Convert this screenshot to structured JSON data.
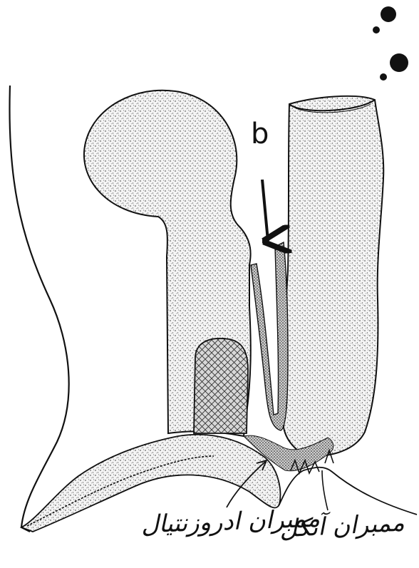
{
  "labels": {
    "arrow_letter": "b",
    "left_caption": "ممبران ادروزنتيال",
    "right_caption": "ممبران آنكل"
  },
  "colors": {
    "ink": "#111111",
    "stipple": "#1a1a1a",
    "paper": "#ffffff"
  }
}
